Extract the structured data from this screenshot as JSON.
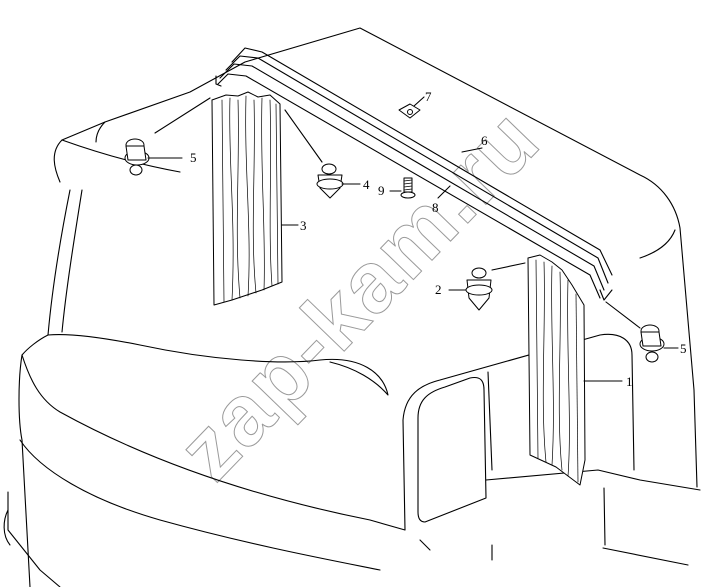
{
  "watermark": {
    "text": "zap-kam.ru"
  },
  "callouts": [
    {
      "id": "c1",
      "label": "1"
    },
    {
      "id": "c2",
      "label": "2"
    },
    {
      "id": "c3",
      "label": "3"
    },
    {
      "id": "c4",
      "label": "4"
    },
    {
      "id": "c5a",
      "label": "5"
    },
    {
      "id": "c5b",
      "label": "5"
    },
    {
      "id": "c6",
      "label": "6"
    },
    {
      "id": "c7",
      "label": "7"
    },
    {
      "id": "c8",
      "label": "8"
    },
    {
      "id": "c9",
      "label": "9"
    }
  ]
}
